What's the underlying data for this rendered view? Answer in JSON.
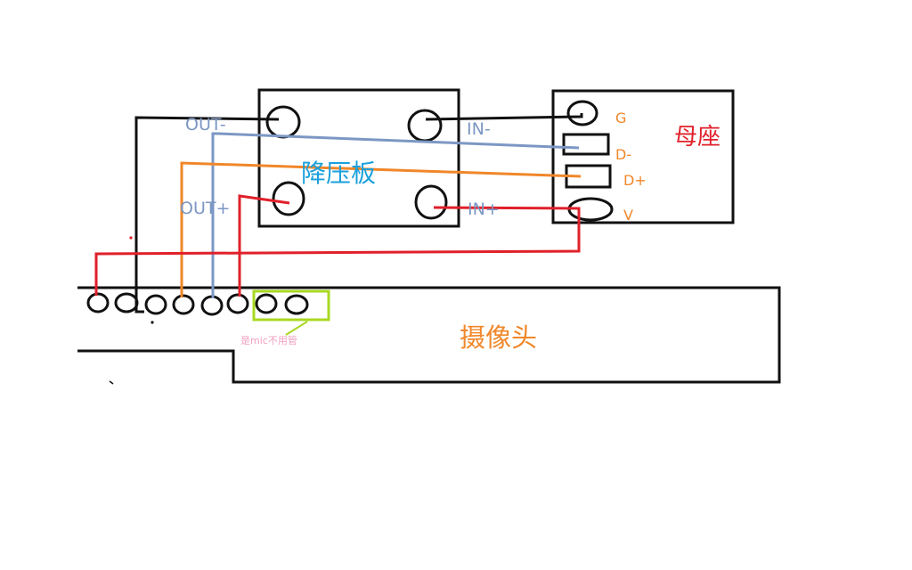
{
  "step_down_board": {
    "title": "降压板",
    "out_minus": "OUT-",
    "out_plus": "OUT+",
    "in_minus": "IN-",
    "in_plus": "IN+"
  },
  "socket": {
    "title": "母座",
    "pin_g": "G",
    "pin_d_minus": "D-",
    "pin_d_plus": "D+",
    "pin_v": "V"
  },
  "camera": {
    "title": "摄像头",
    "mic_note": "是mic不用管"
  },
  "colors": {
    "black": "#111111",
    "blue_grey": "#7c97c4",
    "orange": "#f0872a",
    "red": "#e0202a",
    "cyan_title": "#1aa0dc",
    "socket_title": "#e0202a",
    "pin_label": "#f0872a",
    "mic_box": "#a8d820",
    "mic_note": "#f0a0c0"
  }
}
